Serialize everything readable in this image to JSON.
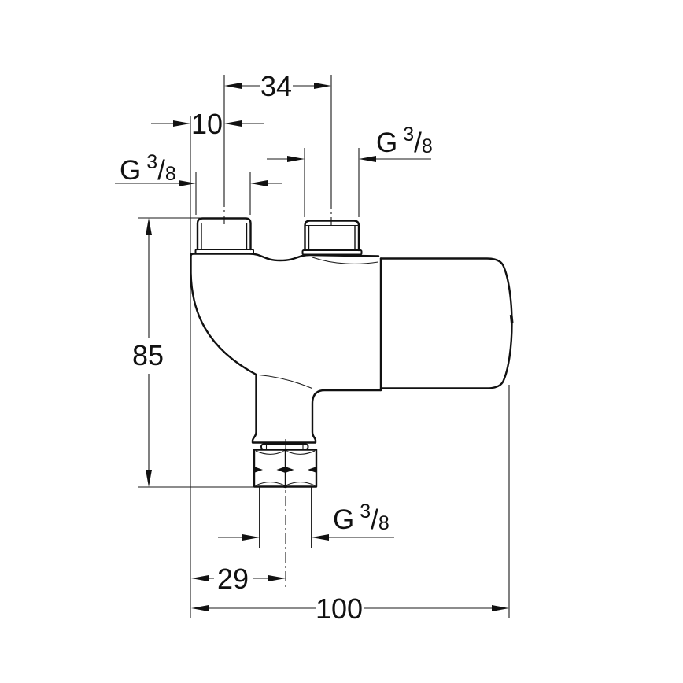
{
  "drawing": {
    "type": "technical-dimension-drawing",
    "subject": "thermostatic-valve-side-view",
    "background": "#ffffff",
    "line_color": "#111111",
    "dim_labels": {
      "inlet_spacing": "34",
      "inlet_offset": "10",
      "body_height": "85",
      "outlet_offset": "29",
      "overall_width": "100"
    },
    "thread": {
      "g": "G",
      "num": "3",
      "slash": "/",
      "den": "8"
    }
  }
}
